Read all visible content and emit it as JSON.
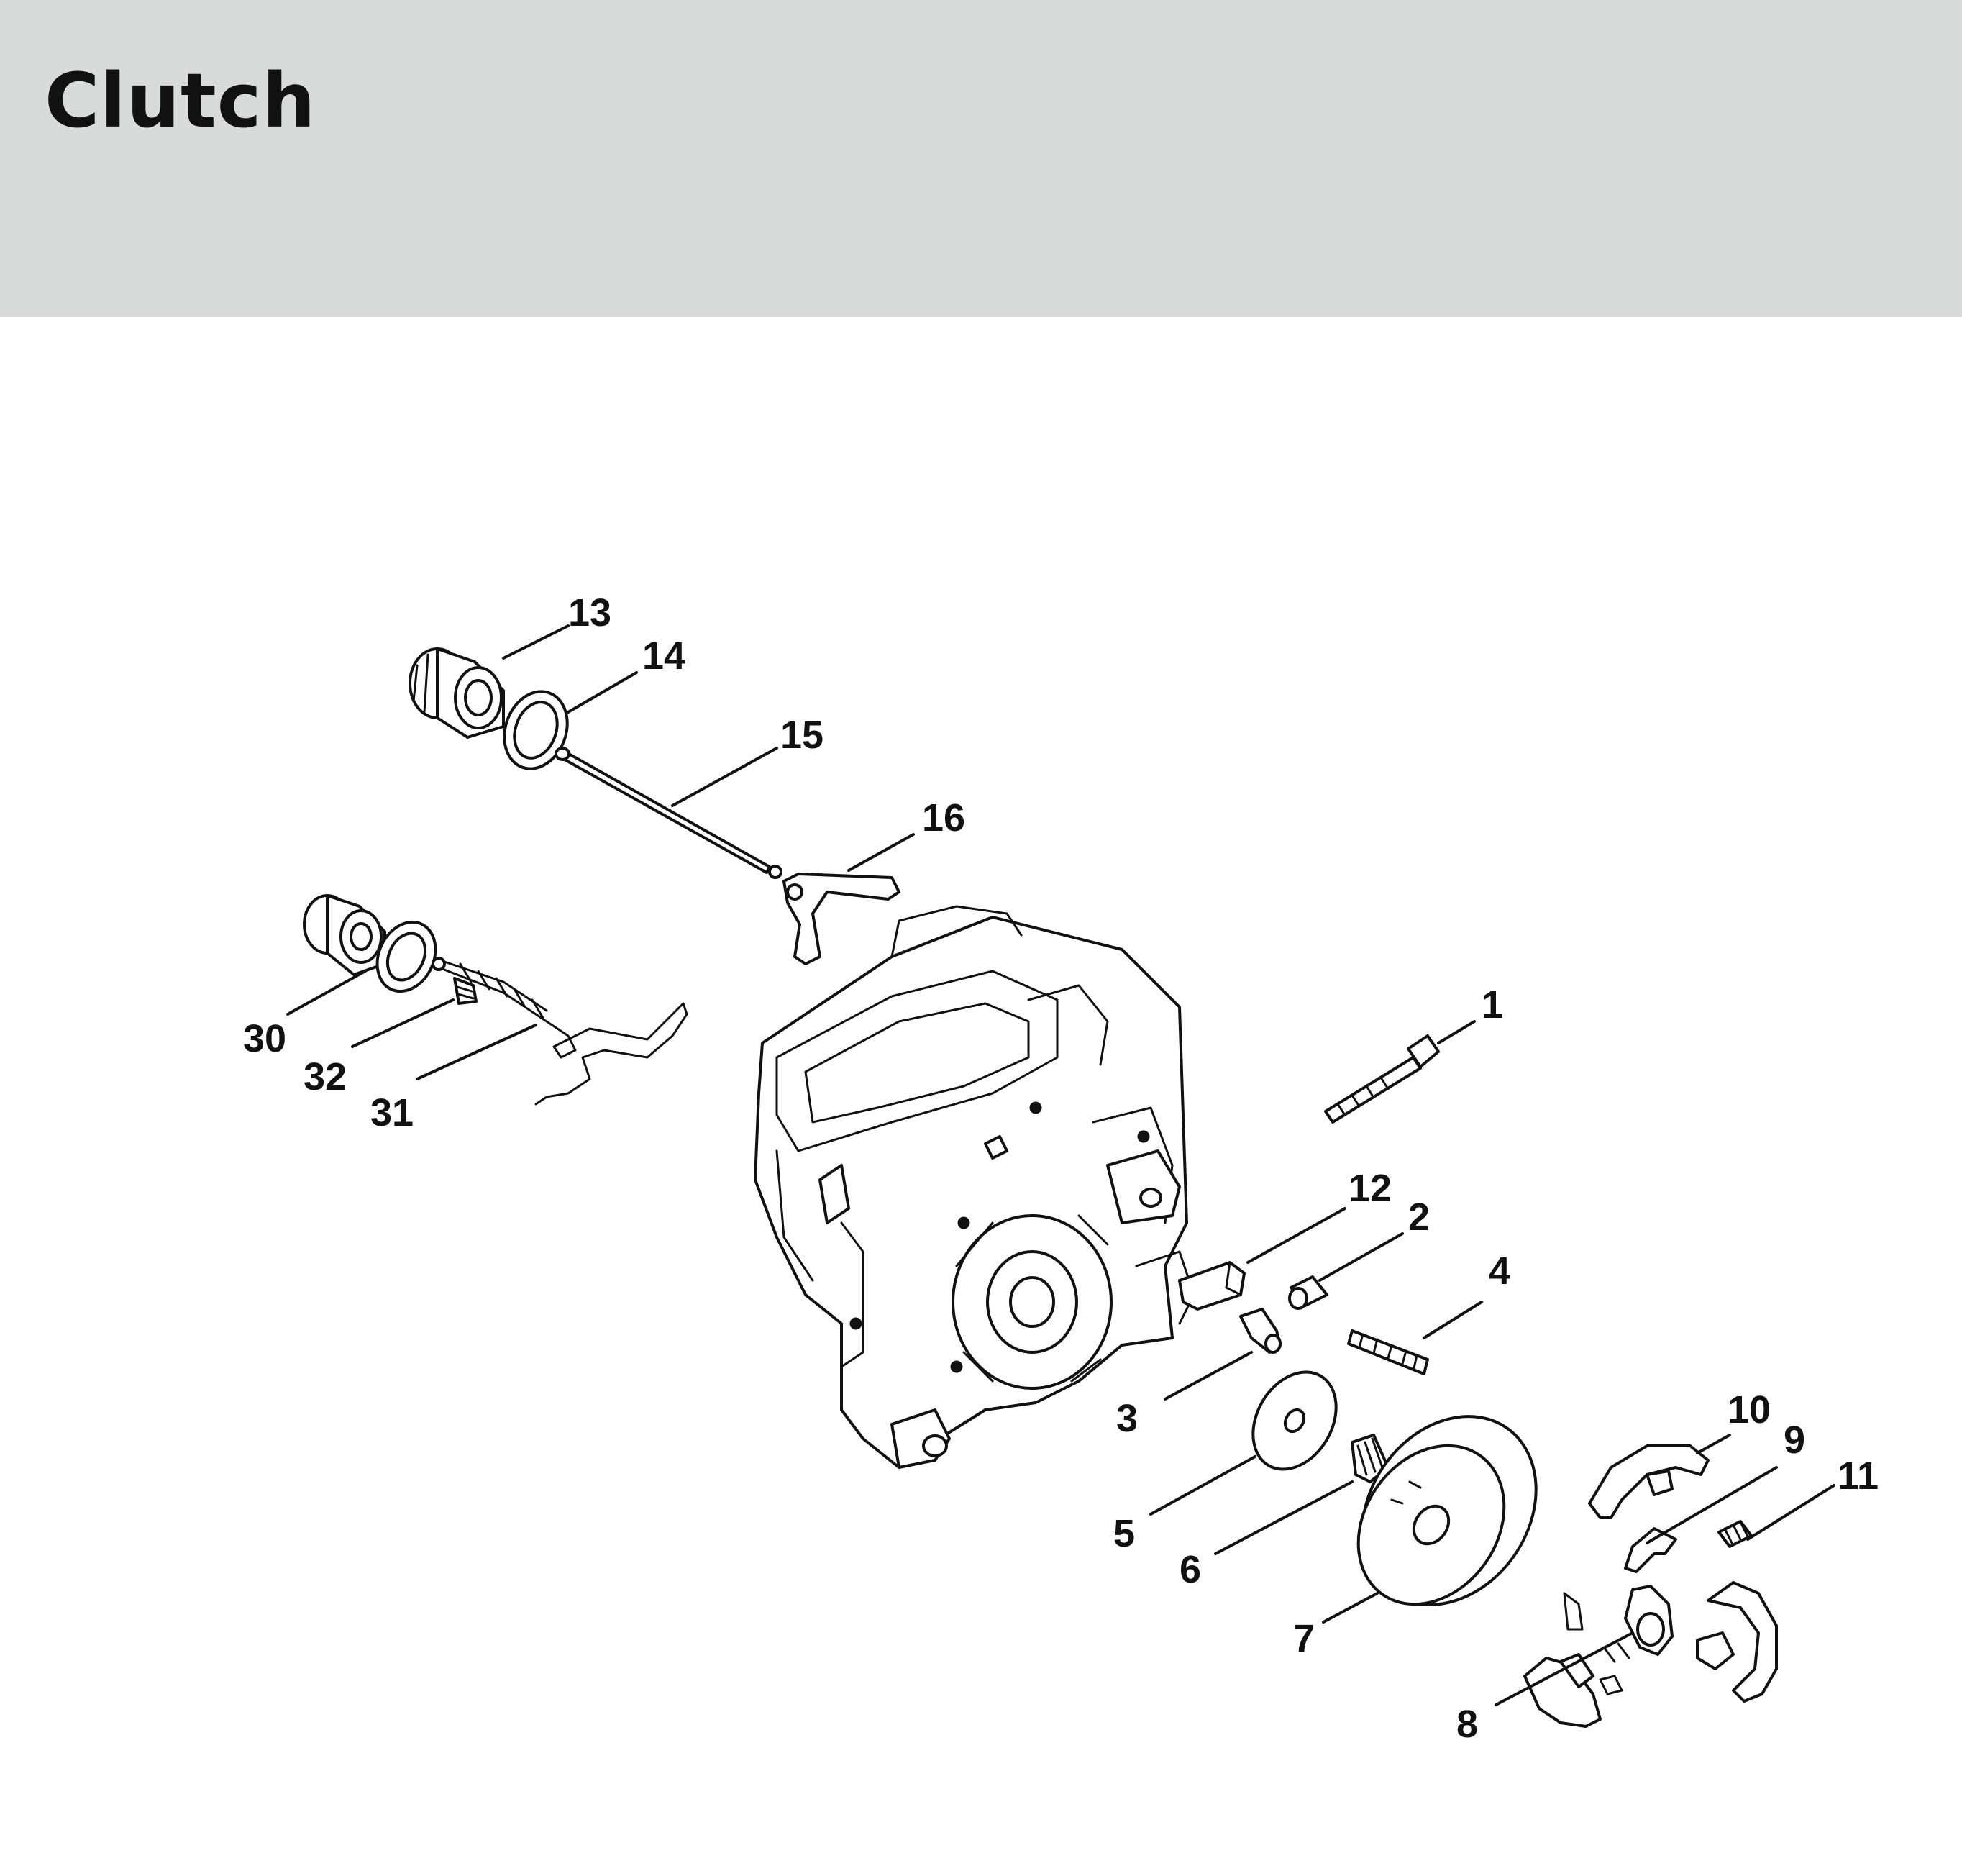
{
  "header": {
    "title": "Clutch",
    "background_color": "#d9dbda"
  },
  "callouts": [
    {
      "id": "1",
      "label": "1"
    },
    {
      "id": "2",
      "label": "2"
    },
    {
      "id": "3",
      "label": "3"
    },
    {
      "id": "4",
      "label": "4"
    },
    {
      "id": "5",
      "label": "5"
    },
    {
      "id": "6",
      "label": "6"
    },
    {
      "id": "7",
      "label": "7"
    },
    {
      "id": "8",
      "label": "8"
    },
    {
      "id": "9",
      "label": "9"
    },
    {
      "id": "10",
      "label": "10"
    },
    {
      "id": "11",
      "label": "11"
    },
    {
      "id": "12",
      "label": "12"
    },
    {
      "id": "13",
      "label": "13"
    },
    {
      "id": "14",
      "label": "14"
    },
    {
      "id": "15",
      "label": "15"
    },
    {
      "id": "16",
      "label": "16"
    },
    {
      "id": "30",
      "label": "30"
    },
    {
      "id": "31",
      "label": "31"
    },
    {
      "id": "32",
      "label": "32"
    }
  ]
}
